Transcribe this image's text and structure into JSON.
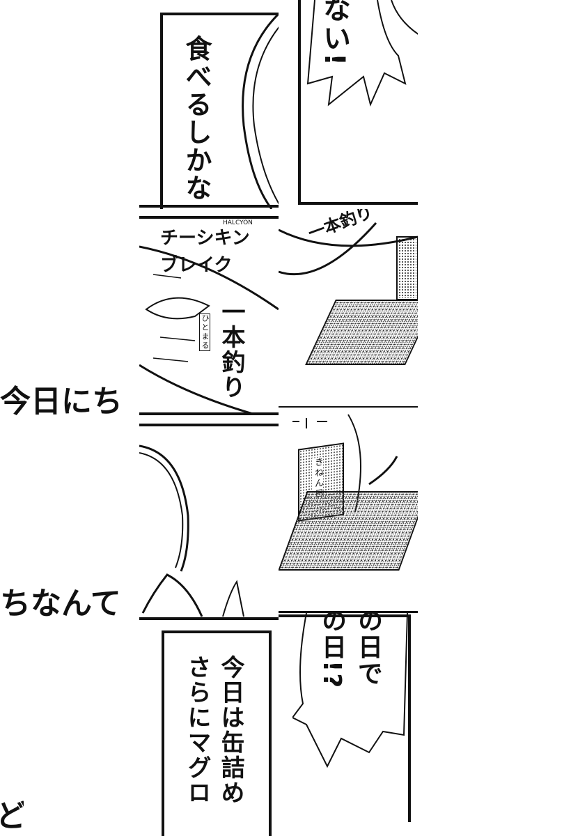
{
  "left_column": {
    "text_1": "今日にち",
    "text_2": "ちなんて",
    "text_3": "ど"
  },
  "middle_column": {
    "panel_1_text": "食べるしかな",
    "can_label_brand": "チーシキン",
    "can_label_sub": "ブレイク",
    "can_label_small": "HALCYON",
    "can_label_big": "一本釣り",
    "can_label_tag": "ひとまる",
    "panel_4_text_1": "今日は缶詰め",
    "panel_4_text_2": "さらにマグロ"
  },
  "right_column": {
    "panel_1_text": "ない!",
    "can_label_big": "一本釣り",
    "book_title": "きねん日",
    "panel_4_text_1": "の日で",
    "panel_4_text_2": "の日!?"
  }
}
